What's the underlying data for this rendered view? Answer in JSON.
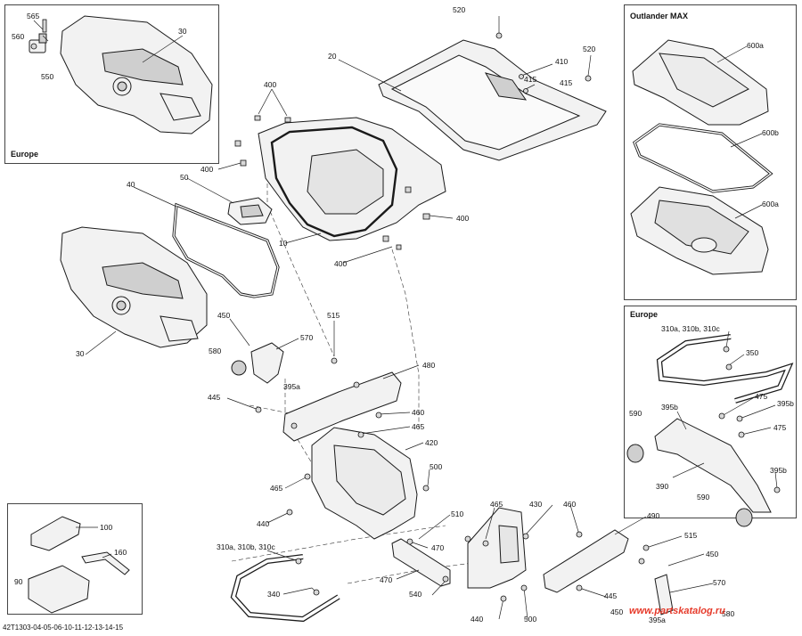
{
  "insets": {
    "europe_top": {
      "label": "Europe"
    },
    "outlander": {
      "label": "Outlander MAX"
    },
    "europe_right": {
      "label": "Europe"
    }
  },
  "callouts": {
    "c560": "560",
    "c565": "565",
    "c550": "550",
    "c30a": "30",
    "c20": "20",
    "c520a": "520",
    "c520b": "520",
    "c410": "410",
    "c415a": "415",
    "c415b": "415",
    "c400a": "400",
    "c400b": "400",
    "c400c": "400",
    "c400d": "400",
    "c40": "40",
    "c50": "50",
    "c10": "10",
    "c30b": "30",
    "c600a1": "600a",
    "c600b": "600b",
    "c600a2": "600a",
    "c450a": "450",
    "c515a": "515",
    "c570a": "570",
    "c580a": "580",
    "c395a1": "395a",
    "c480": "480",
    "c445a": "445",
    "c460a": "460",
    "c465a": "465",
    "c420": "420",
    "c465b": "465",
    "c500a": "500",
    "c440a": "440",
    "c510": "510",
    "c465c": "465",
    "c430": "430",
    "c460b": "460",
    "c490": "490",
    "c470a": "470",
    "c470b": "470",
    "c540": "540",
    "c310a": "310a, 310b, 310c",
    "c340": "340",
    "c440b": "440",
    "c500b": "500",
    "c515b": "515",
    "c450b": "450",
    "c445b": "445",
    "c570b": "570",
    "c450c": "450",
    "c395a2": "395a",
    "c580b": "580",
    "c310b": "310a, 310b, 310c",
    "c350": "350",
    "c395b1": "395b",
    "c475a": "475",
    "c395b2": "395b",
    "c475b": "475",
    "c590a": "590",
    "c390": "390",
    "c395b3": "395b",
    "c590b": "590",
    "c100": "100",
    "c160": "160",
    "c90": "90"
  },
  "footer": {
    "code": "42T1303-04-05-06-10-11-12-13-14-15"
  },
  "watermark": {
    "text": "www.partskatalog.ru"
  }
}
